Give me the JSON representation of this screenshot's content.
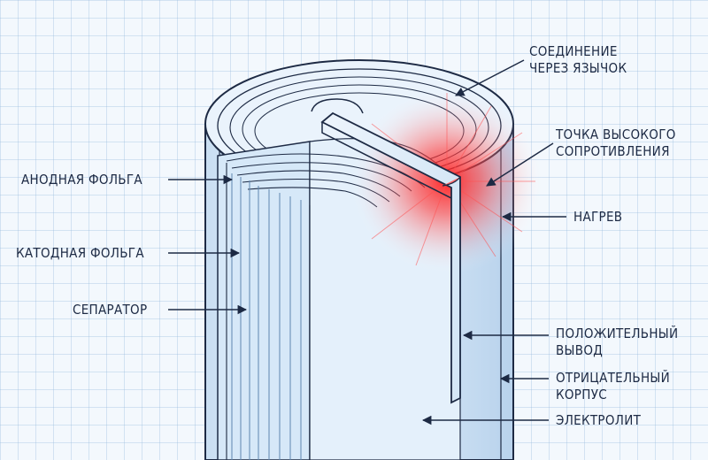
{
  "labels": {
    "tab_connection": [
      "СОЕДИНЕНИЕ",
      "ЧЕРЕЗ ЯЗЫЧОК"
    ],
    "high_resistance": [
      "ТОЧКА ВЫСОКОГО",
      "СОПРОТИВЛЕНИЯ"
    ],
    "heating": "НАГРЕВ",
    "anode_foil": "АНОДНАЯ ФОЛЬГА",
    "cathode_foil": "КАТОДНАЯ ФОЛЬГА",
    "separator": "СЕПАРАТОР",
    "positive_lead": [
      "ПОЛОЖИТЕЛЬНЫЙ",
      "ВЫВОД"
    ],
    "negative_case": [
      "ОТРИЦАТЕЛЬНЫЙ",
      "КОРПУС"
    ],
    "electrolyte": "ЭЛЕКТРОЛИТ"
  },
  "colors": {
    "outline": "#1d2a44",
    "body_fill": "#dcebf8",
    "hotspot": "#ff2a2a",
    "grid": "#a9c6e3"
  }
}
